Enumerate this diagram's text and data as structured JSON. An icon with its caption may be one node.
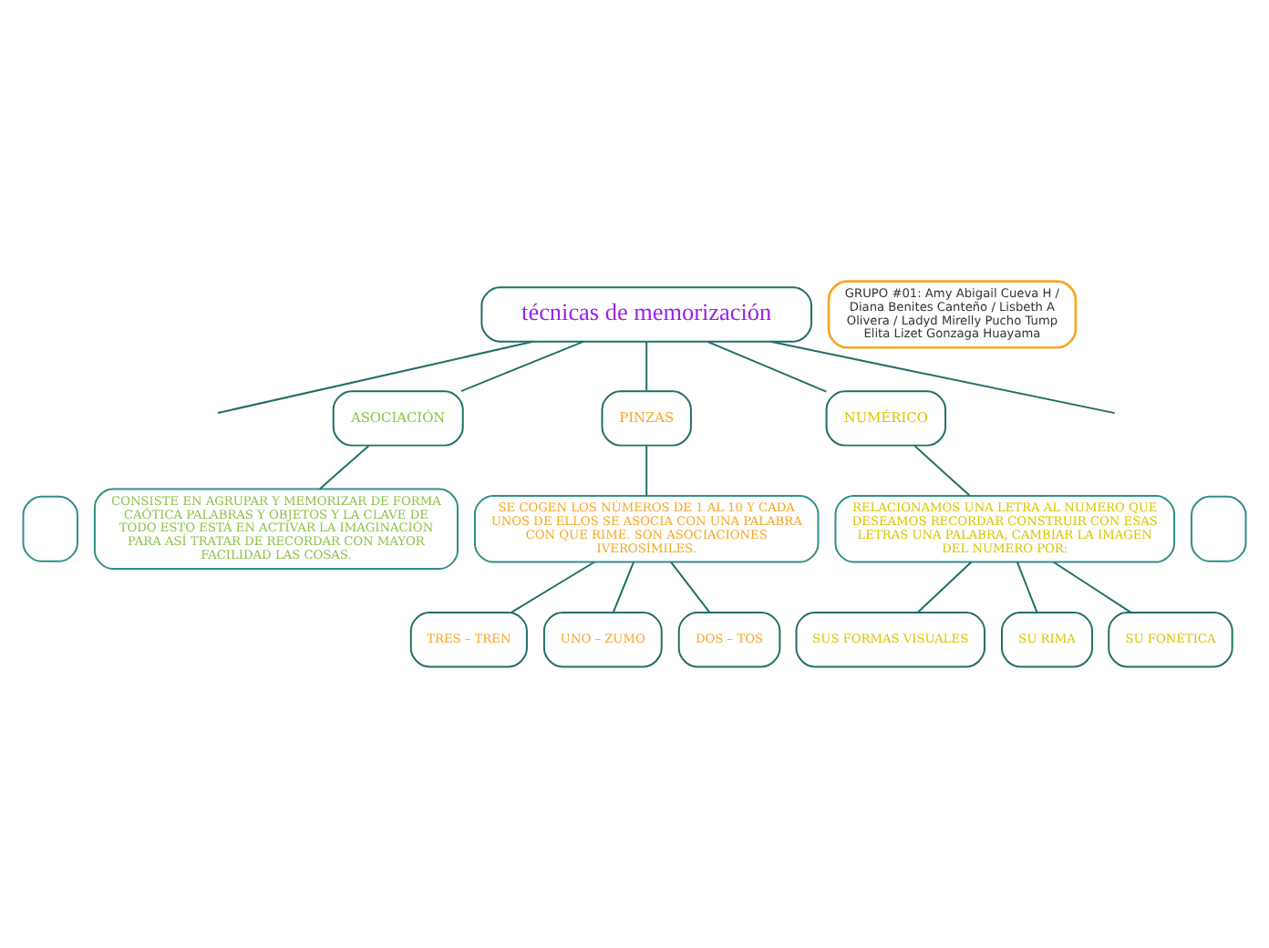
{
  "diagram": {
    "nodes": [
      {
        "text": [
          "técnicas de memorización"
        ]
      },
      {
        "text": [
          "ASOCIACIÓN"
        ]
      },
      {
        "text": [
          "PINZAS"
        ]
      },
      {
        "text": [
          "NUMÉRICO"
        ]
      },
      {
        "text": [],
        "shape": "box"
      },
      {
        "text": [
          "CONSISTE EN AGRUPAR Y MEMORIZAR DE FORMA CAÓTICA PALABRAS Y OBJETOS Y LA CLAVE DE TODO ESTO ESTÁ EN ACTIVAR LA IMAGINACIÓN PARA ASÍ TRATAR DE RECORDAR CON MAYOR FACILIDAD LAS COSAS."
        ]
      },
      {
        "text": [
          "SE COGEN LOS NÚMEROS DE 1 AL 10 Y CADA UNOS DE ELLOS SE ASOCIA CON UNA PALABRA CON QUE RIME. SON ASOCIACIONES IVEROSÍMILES."
        ]
      },
      {
        "text": [
          "RELACIONAMOS UNA LETRA AL NUMERO QUE DESEAMOS RECORDAR CONSTRUIR CON ESAS LETRAS UNA PALABRA, CAMBIAR LA IMAGEN DEL NUMERO POR:"
        ]
      },
      {
        "text": [],
        "shape": "box"
      },
      {
        "text": [
          "TRES – TREN"
        ]
      },
      {
        "text": [
          "UNO – ZUMO"
        ]
      },
      {
        "text": [
          "DOS – TOS"
        ]
      },
      {
        "text": [
          "SUS FORMAS VISUALES"
        ]
      },
      {
        "text": [
          "SU RIMA"
        ]
      },
      {
        "text": [
          "SU FONÉTICA"
        ]
      },
      {
        "text": [
          "GRUPO #01: Amy Abigail Cueva H / Diana Benites Canteño / Lisbeth A Olivera / Ladyd Mirelly Pucho Tump Elita Lizet Gonzaga Huayama"
        ]
      }
    ],
    "edges": [
      {
        "from": 0,
        "to": null,
        "arrow": "none"
      },
      {
        "from": 0,
        "to": 1,
        "arrow": "none"
      },
      {
        "from": 0,
        "to": 2,
        "arrow": "none"
      },
      {
        "from": 0,
        "to": 3,
        "arrow": "none"
      },
      {
        "from": 0,
        "to": null,
        "arrow": "none"
      },
      {
        "from": 1,
        "to": 5,
        "arrow": "none"
      },
      {
        "from": 2,
        "to": 6,
        "arrow": "none"
      },
      {
        "from": 3,
        "to": 7,
        "arrow": "none"
      },
      {
        "from": 6,
        "to": 9,
        "arrow": "none"
      },
      {
        "from": 6,
        "to": 10,
        "arrow": "none"
      },
      {
        "from": 6,
        "to": 11,
        "arrow": "none"
      },
      {
        "from": 7,
        "to": 12,
        "arrow": "none"
      },
      {
        "from": 7,
        "to": 13,
        "arrow": "none"
      },
      {
        "from": 7,
        "to": 14,
        "arrow": "none"
      }
    ]
  }
}
